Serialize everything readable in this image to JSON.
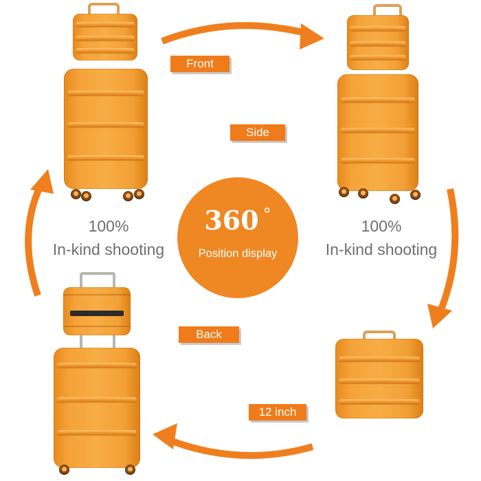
{
  "labels": {
    "front": "Front",
    "side": "Side",
    "back": "Back",
    "twelve_inch": "12 inch"
  },
  "center": {
    "big": "360",
    "degree": "°",
    "sub": "Position display"
  },
  "left_caption": {
    "line1": "100%",
    "line2": "In-kind shooting"
  },
  "right_caption": {
    "line1": "100%",
    "line2": "In-kind shooting"
  },
  "colors": {
    "accent": "#f07b1a",
    "circle": "#ef8723",
    "luggage": "#f5a33a",
    "caption_text": "#6e6e6e"
  }
}
